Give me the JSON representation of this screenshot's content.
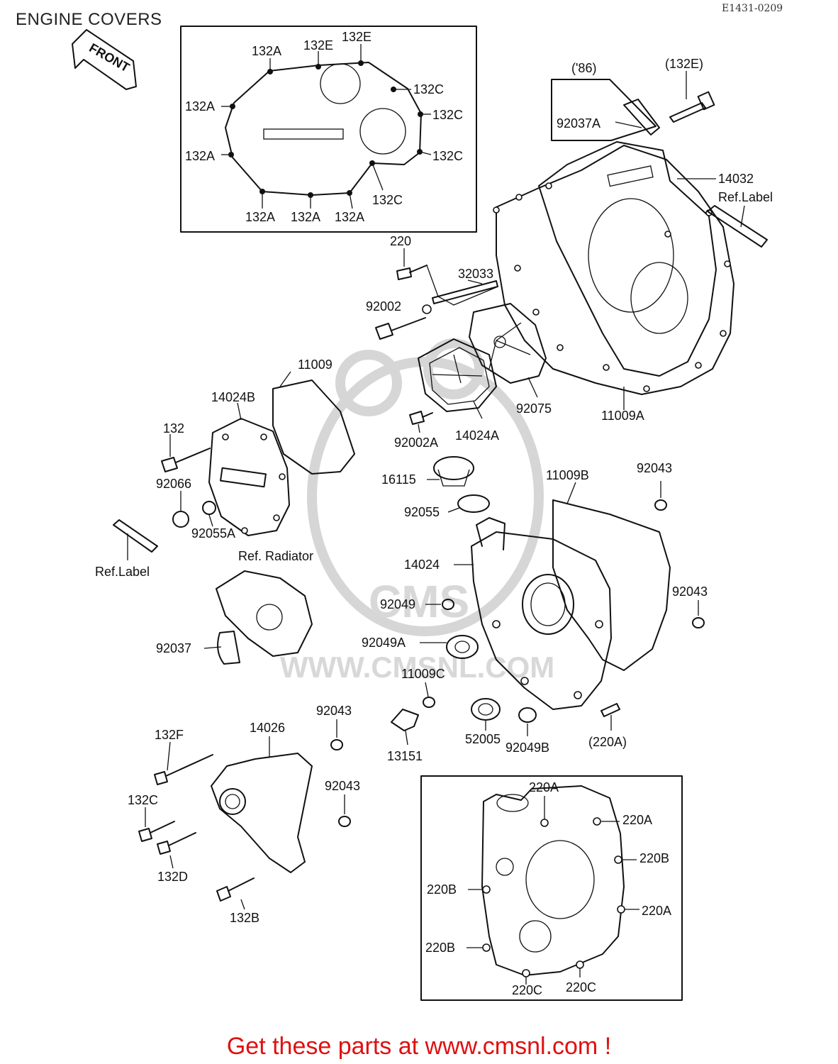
{
  "header": {
    "title": "ENGINE COVERS",
    "diagram_code": "E1431-0209"
  },
  "front_arrow": {
    "label": "FRONT"
  },
  "watermark": {
    "text": "WWW.CMSNL.COM",
    "logo": "CMS"
  },
  "labels": {
    "l132A_top": "132A",
    "l132E_a": "132E",
    "l132E_b": "132E",
    "l132C_1": "132C",
    "l132C_2": "132C",
    "l132C_3": "132C",
    "l132C_4": "132C",
    "l132A_l1": "132A",
    "l132A_l2": "132A",
    "l132A_b1": "132A",
    "l132A_b2": "132A",
    "l132A_b3": "132A",
    "l86": "('86)",
    "l132E_paren": "(132E)",
    "l92037A": "92037A",
    "l14032": "14032",
    "lRefLabel_r": "Ref.Label",
    "l220": "220",
    "l32033": "32033",
    "l92002": "92002",
    "l92075": "92075",
    "l11009A": "11009A",
    "l92002A": "92002A",
    "l14024A": "14024A",
    "l11009": "11009",
    "l14024B": "14024B",
    "l132": "132",
    "l92066": "92066",
    "l92055A": "92055A",
    "lRefLabel_l": "Ref.Label",
    "lRefRadiator": "Ref. Radiator",
    "l92037": "92037",
    "l16115": "16115",
    "l92055": "92055",
    "l11009B": "11009B",
    "l92043_a": "92043",
    "l14024": "14024",
    "l92049": "92049",
    "l92049A": "92049A",
    "l92043_b": "92043",
    "l11009C": "11009C",
    "l13151": "13151",
    "l52005": "52005",
    "l92049B": "92049B",
    "l220A_paren": "(220A)",
    "l132F": "132F",
    "l14026": "14026",
    "l92043_c": "92043",
    "l92043_d": "92043",
    "l132C_low": "132C",
    "l132D": "132D",
    "l132B": "132B",
    "l220A_i1": "220A",
    "l220A_i2": "220A",
    "l220B_i1": "220B",
    "l220B_i2": "220B",
    "l220A_i3": "220A",
    "l220B_i3": "220B",
    "l220C_i1": "220C",
    "l220C_i2": "220C"
  },
  "footer": {
    "text": "Get these parts at www.cmsnl.com !"
  },
  "colors": {
    "footer_text": "#e01010",
    "line": "#111111",
    "watermark": "#d6d6d6"
  }
}
